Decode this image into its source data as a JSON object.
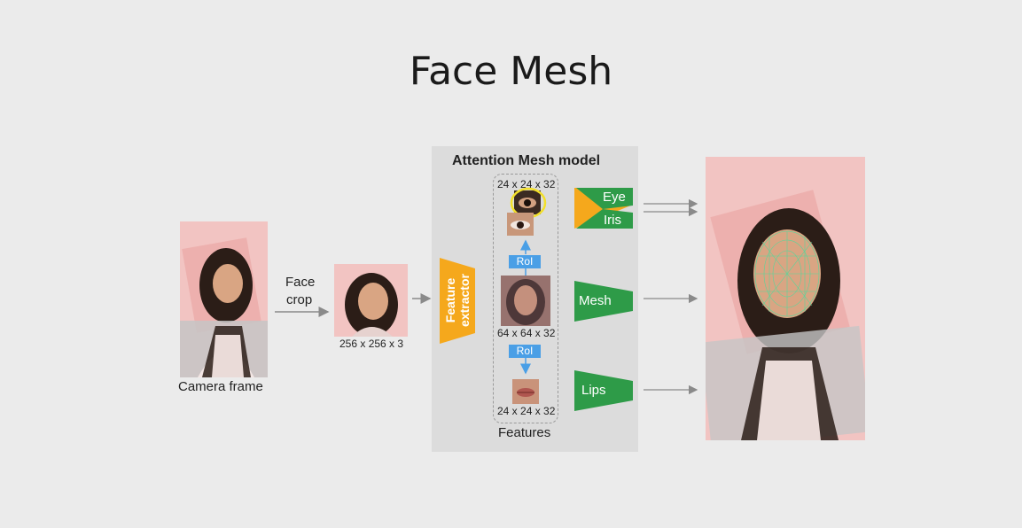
{
  "title": "Face Mesh",
  "labels": {
    "camera_frame": "Camera frame",
    "face_crop": [
      "Face",
      "crop"
    ],
    "input_dims": "256 x 256 x 3",
    "panel_title": "Attention Mesh model",
    "feature_extractor": [
      "Feature",
      "extractor"
    ],
    "roi_top": "RoI",
    "roi_bottom": "RoI",
    "dims_top": "24 x 24 x 32",
    "dims_mid": "64 x 64 x 32",
    "dims_bottom": "24 x 24 x 32",
    "features": "Features",
    "eye": "Eye",
    "iris": "Iris",
    "mesh": "Mesh",
    "lips": "Lips"
  },
  "colors": {
    "background": "#ebebeb",
    "panel": "#dcdcdc",
    "feature_extractor": "#f5a81c",
    "head_green": "#2e9b48",
    "roi_blue": "#4a9fe6",
    "photo_pink": "#f2c4c2",
    "highlight_yellow": "#f3e02a",
    "mesh_overlay": "#3fe0a0"
  }
}
